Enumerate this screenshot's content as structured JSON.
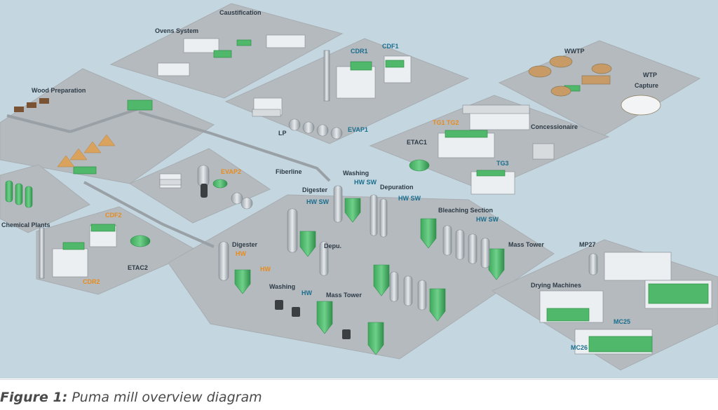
{
  "diagram": {
    "labels": {
      "caustification": "Caustification",
      "ovens_system": "Ovens System",
      "wood_preparation": "Wood Preparation",
      "cdr1": "CDR1",
      "cdf1": "CDF1",
      "wwtp": "WWTP",
      "wtp_capture_1": "WTP",
      "wtp_capture_2": "Capture",
      "lp": "LP",
      "evap1": "EVAP1",
      "tg1_tg2": "TG1 TG2",
      "concessionaire": "Concessionaire",
      "etac1": "ETAC1",
      "tg3": "TG3",
      "evap2": "EVAP2",
      "fiberline": "Fiberline",
      "washing_top": "Washing",
      "washing_top_hw_sw": "HW SW",
      "digester_top": "Digester",
      "digester_top_hw_sw": "HW  SW",
      "depuration": "Depuration",
      "depuration_hw_sw": "HW  SW",
      "bleaching_section": "Bleaching Section",
      "bleaching_hw_sw": "HW  SW",
      "chemical_plants": "Chemical Plants",
      "cdf2": "CDF2",
      "etac2": "ETAC2",
      "cdr2": "CDR2",
      "digester_bottom": "Digester",
      "digester_bottom_hw": "HW",
      "hw_orange": "HW",
      "depu": "Depu.",
      "mass_tower_right": "Mass Tower",
      "mp27": "MP27",
      "washing_bottom": "Washing",
      "washing_bottom_hw": "HW",
      "mass_tower_bottom": "Mass Tower",
      "drying_machines": "Drying Machines",
      "mc25": "MC25",
      "mc26": "MC26"
    }
  },
  "caption": {
    "prefix": "Figure 1:",
    "text": " Puma mill overview diagram"
  },
  "colors": {
    "background": "#c4d6e0",
    "platform": "#b6bcc0",
    "equipment_green": "#4fb86a",
    "label_dark": "#2e3b46",
    "label_teal": "#1a6e8e",
    "label_orange": "#e88c1e"
  }
}
